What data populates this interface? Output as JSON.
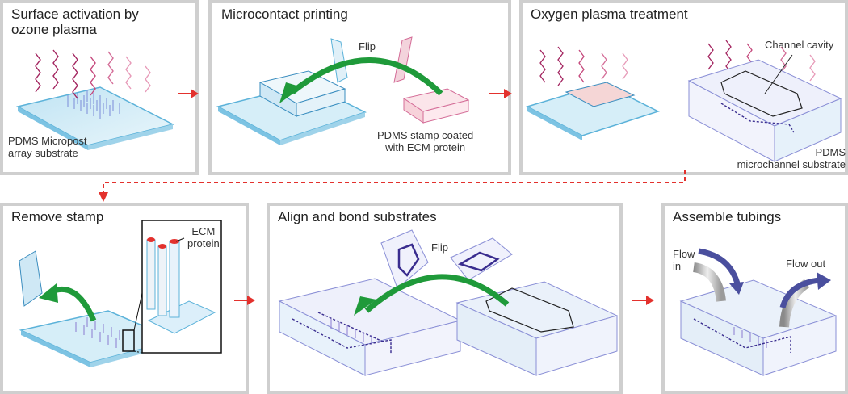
{
  "steps": [
    {
      "title": "Surface activation by\nozone plasma",
      "labels": [
        "PDMS Micropost\narray substrate"
      ]
    },
    {
      "title": "Microcontact printing",
      "labels": [
        "Flip",
        "PDMS stamp coated\nwith ECM protein"
      ]
    },
    {
      "title": "Oxygen plasma treatment",
      "labels": [
        "Channel cavity",
        "PDMS\nmicrochannel substrate"
      ]
    },
    {
      "title": "Remove stamp",
      "labels": [
        "ECM\nprotein"
      ]
    },
    {
      "title": "Align and bond substrates",
      "labels": [
        "Flip"
      ]
    },
    {
      "title": "Assemble tubings",
      "labels": [
        "Flow\nin",
        "Flow out"
      ]
    }
  ],
  "colors": {
    "panel_border": "#cfcfcf",
    "step_arrow": "#e3312d",
    "flip_arrow": "#1f9a3a",
    "flow_arrow": "#4a4f9e",
    "plasma_dark": "#a3245f",
    "plasma_light": "#e79ab8",
    "substrate": "#5bb2d9",
    "channel": "#3a2d8f"
  }
}
